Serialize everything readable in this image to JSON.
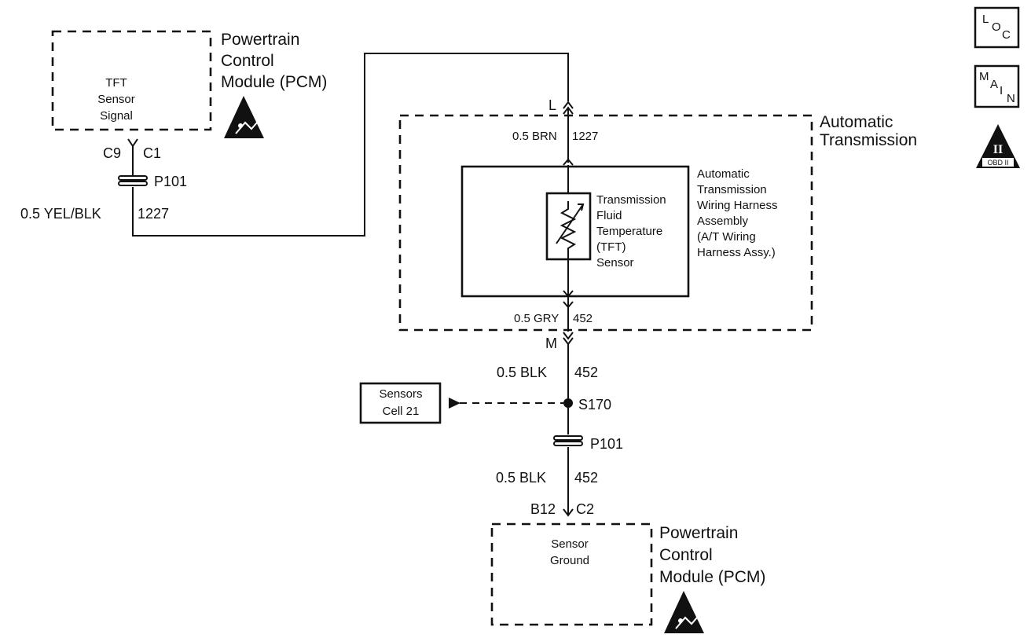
{
  "pcm_top": {
    "title_lines": [
      "Powertrain",
      "Control",
      "Module (PCM)"
    ],
    "inner_lines": [
      "TFT",
      "Sensor",
      "Signal"
    ],
    "pin_left": "C9",
    "pin_right": "C1"
  },
  "wire_top_left": {
    "connector": "P101",
    "wire_label": "0.5 YEL/BLK",
    "circuit": "1227"
  },
  "transmission": {
    "title_lines": [
      "Automatic",
      "Transmission"
    ],
    "pin_top": "L",
    "pin_bottom": "M",
    "wire_top_label": "0.5 BRN",
    "wire_top_circuit": "1227",
    "wire_bottom_label": "0.5 GRY",
    "wire_bottom_circuit": "452",
    "harness_lines": [
      "Automatic",
      "Transmission",
      "Wiring Harness",
      "Assembly",
      "(A/T Wiring",
      "Harness Assy.)"
    ],
    "sensor_lines": [
      "Transmission",
      "Fluid",
      "Temperature",
      "(TFT)",
      "Sensor"
    ]
  },
  "ground_path": {
    "wire1_label": "0.5 BLK",
    "wire1_circuit": "452",
    "splice": "S170",
    "ref_lines": [
      "Sensors",
      "Cell 21"
    ],
    "connector": "P101",
    "wire2_label": "0.5 BLK",
    "wire2_circuit": "452",
    "pin_left": "B12",
    "pin_right": "C2"
  },
  "pcm_bottom": {
    "title_lines": [
      "Powertrain",
      "Control",
      "Module (PCM)"
    ],
    "inner_lines": [
      "Sensor",
      "Ground"
    ]
  },
  "badges": {
    "loc": [
      "L",
      "O",
      "C"
    ],
    "main": [
      "M",
      "A",
      "I",
      "N"
    ],
    "obd_numeral": "II",
    "obd_text": "OBD II"
  }
}
